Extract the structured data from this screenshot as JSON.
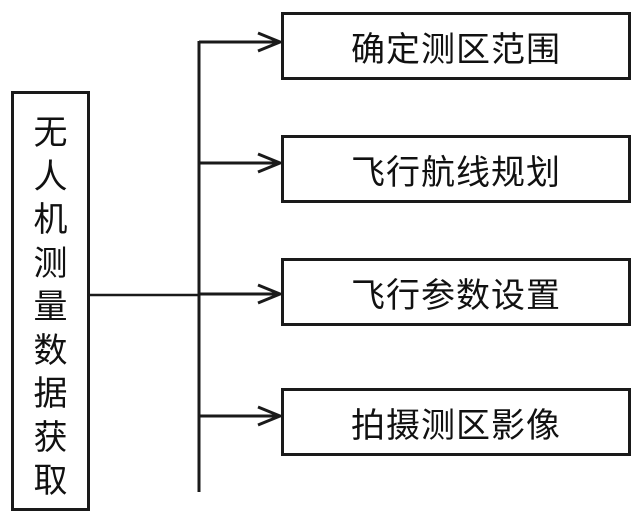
{
  "diagram": {
    "type": "flowchart",
    "root": {
      "label": "无人机测量数据获取"
    },
    "steps": [
      {
        "label": "确定测区范围"
      },
      {
        "label": "飞行航线规划"
      },
      {
        "label": "飞行参数设置"
      },
      {
        "label": "拍摄测区影像"
      }
    ],
    "line_color": "#1a1a1a"
  }
}
